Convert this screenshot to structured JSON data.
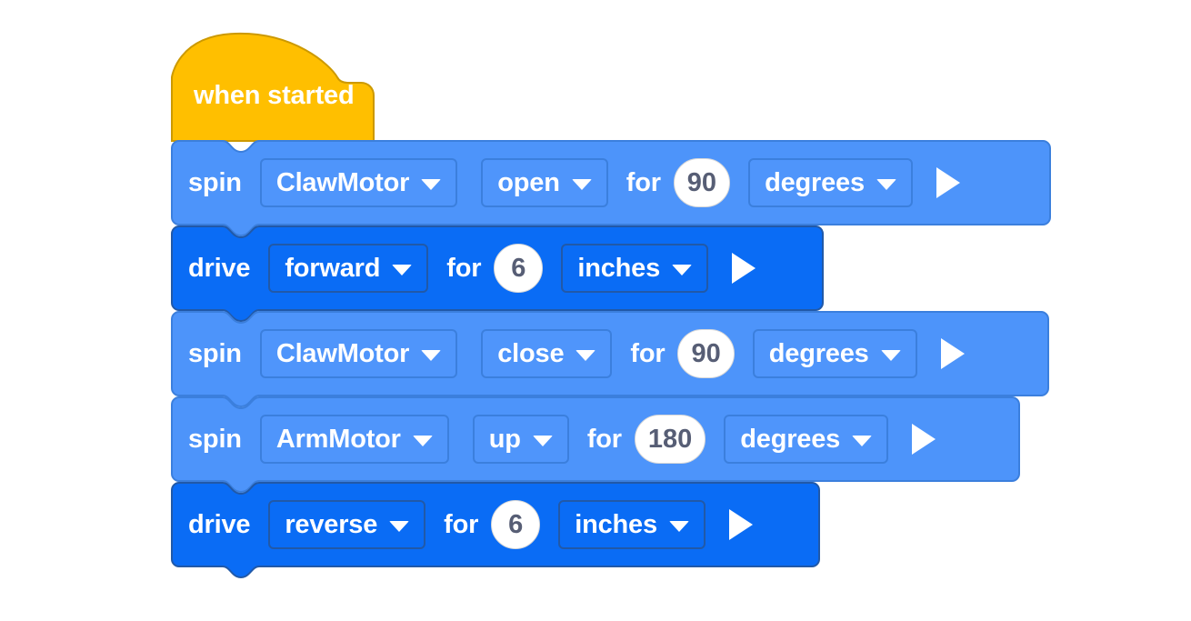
{
  "workspace": {
    "background_color": "#ffffff",
    "hat_color": "#ffbf00",
    "hat_border_color": "#cc9900",
    "spin_block_color": "#4d94fa",
    "spin_block_border_color": "#3b7fdd",
    "drive_block_color": "#0a6cf5",
    "drive_block_border_color": "#2159a8",
    "value_text_color": "#575e75",
    "label_text_color": "#ffffff"
  },
  "program": {
    "hat": {
      "label": "when started",
      "icon": "hat-block"
    },
    "blocks": [
      {
        "type": "spin",
        "category": "motion-spin",
        "command": "spin",
        "device": "ClawMotor",
        "direction": "open",
        "for_label": "for",
        "amount": "90",
        "units": "degrees",
        "run_icon": "play-icon"
      },
      {
        "type": "drive",
        "category": "drivetrain",
        "command": "drive",
        "direction": "forward",
        "for_label": "for",
        "amount": "6",
        "units": "inches",
        "run_icon": "play-icon"
      },
      {
        "type": "spin",
        "category": "motion-spin",
        "command": "spin",
        "device": "ClawMotor",
        "direction": "close",
        "for_label": "for",
        "amount": "90",
        "units": "degrees",
        "run_icon": "play-icon"
      },
      {
        "type": "spin",
        "category": "motion-spin",
        "command": "spin",
        "device": "ArmMotor",
        "direction": "up",
        "for_label": "for",
        "amount": "180",
        "units": "degrees",
        "run_icon": "play-icon"
      },
      {
        "type": "drive",
        "category": "drivetrain",
        "command": "drive",
        "direction": "reverse",
        "for_label": "for",
        "amount": "6",
        "units": "inches",
        "run_icon": "play-icon"
      }
    ]
  }
}
